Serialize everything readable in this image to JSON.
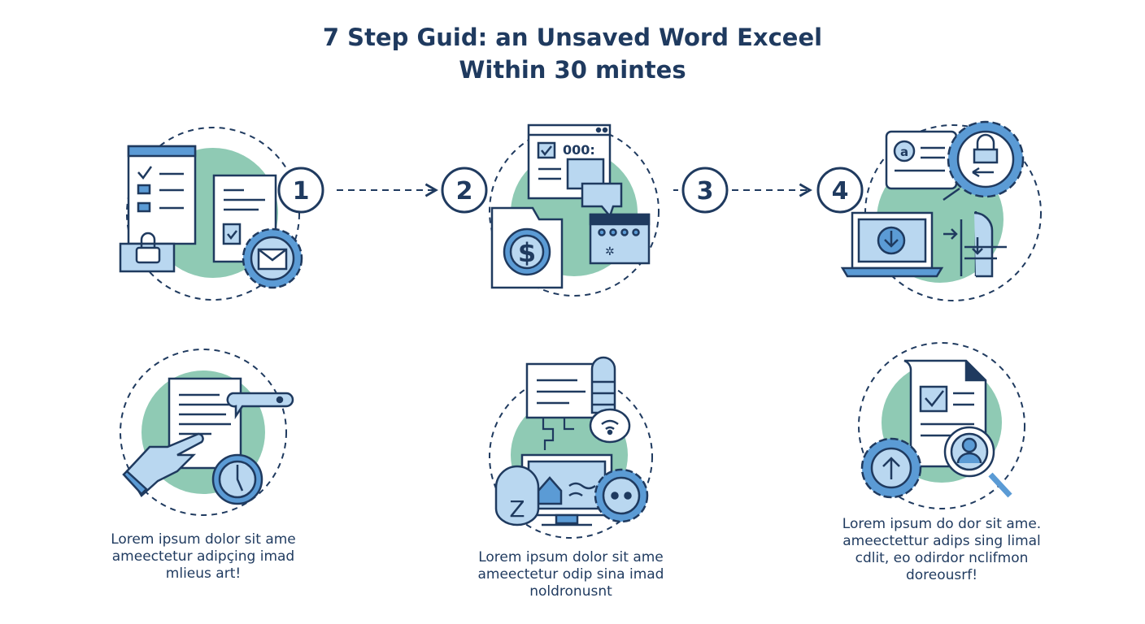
{
  "title": {
    "line1": "7 Step Guid: an Unsaved Word Exceel",
    "line2": "Within 30 mintes"
  },
  "steps": [
    {
      "number": "1"
    },
    {
      "number": "2"
    },
    {
      "number": "3"
    },
    {
      "number": "4"
    }
  ],
  "captions": [
    {
      "lines": [
        "Lorem ipsum dolor sit ame",
        "ameectetur adipçing imad",
        "mlieus art!"
      ]
    },
    {
      "lines": [
        "Lorem ipsum dolor sit ame",
        "ameectetur odip sina imad",
        "noldronusnt"
      ]
    },
    {
      "lines": [
        "Lorem ipsum do dor sit ame.",
        "ameectettur adips sing limal",
        "cdlit, eo odirdor nclifmon",
        "doreousrf!"
      ]
    }
  ],
  "colors": {
    "navy": "#1f3a5f",
    "blue": "#5b9bd5",
    "light_blue": "#b9d7f0",
    "mint": "#8fcab4",
    "background": "#ffffff"
  },
  "icons": {
    "step1": [
      "checklist-icon",
      "padlock-icon",
      "document-icon",
      "mail-gear-icon"
    ],
    "step2": [
      "browser-window-icon",
      "dollar-folder-icon",
      "chat-bubble-icon",
      "password-card-icon"
    ],
    "step4": [
      "id-card-icon",
      "lock-gear-icon",
      "laptop-download-icon",
      "arrows-icon"
    ],
    "bottom1": [
      "document-icon",
      "chat-bubble-icon",
      "pointing-hand-icon",
      "clock-icon"
    ],
    "bottom2": [
      "document-scroll-icon",
      "wifi-bubble-icon",
      "monitor-icon",
      "shield-z-icon",
      "gear-icon"
    ],
    "bottom3": [
      "checked-document-icon",
      "upload-gear-icon",
      "user-search-icon"
    ]
  }
}
